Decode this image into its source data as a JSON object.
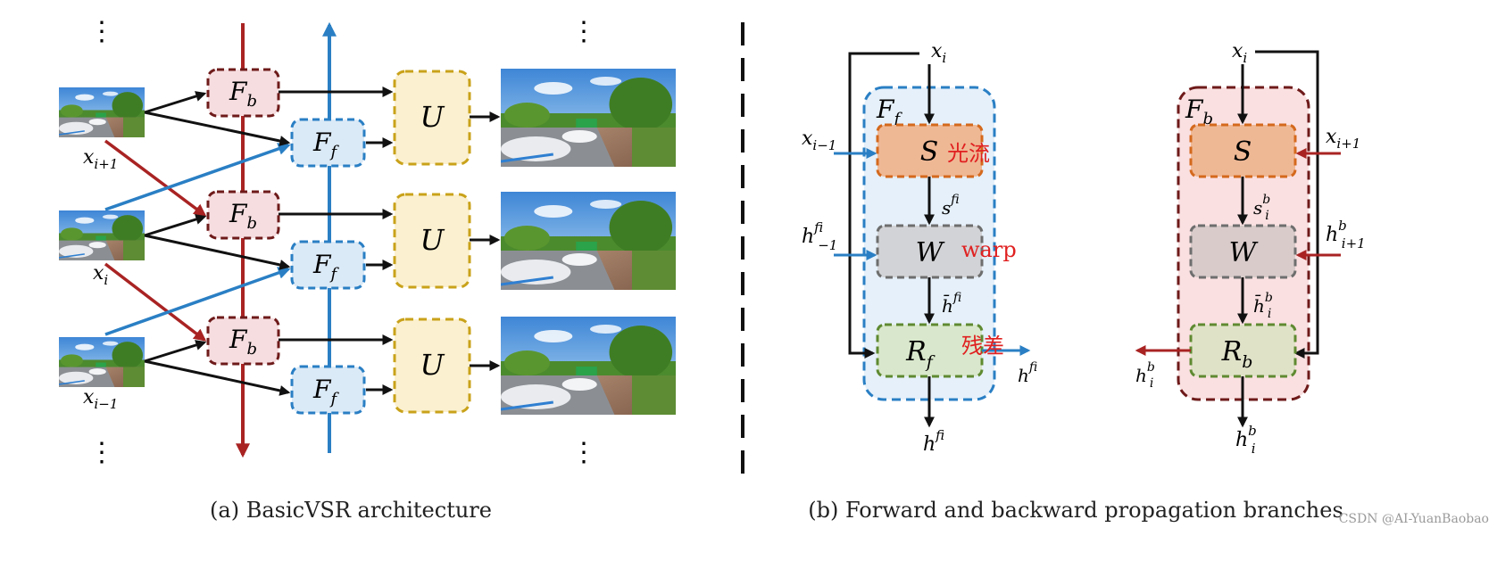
{
  "colors": {
    "red": "#a92323",
    "blue": "#2a7fc4",
    "black": "#111111",
    "fb_fill": "#f6dde0",
    "fb_stroke": "#6e1a1a",
    "ff_fill": "#dbeaf7",
    "ff_stroke": "#2a7fc4",
    "u_fill": "#fbf0cf",
    "u_stroke": "#c9a21a",
    "s_fill": "#efb895",
    "s_stroke": "#d4691d",
    "w_fill": "#d2d3d6",
    "w_stroke": "#6e6e6e",
    "r_fill": "#d9e8cc",
    "r_stroke": "#5f8a31",
    "annot": "#e02020"
  },
  "panel_a": {
    "caption": "(a)  BasicVSR architecture",
    "inputs": [
      "x",
      "x",
      "x"
    ],
    "input_subs": [
      "i+1",
      "i",
      "i−1"
    ],
    "fb_label": "F",
    "fb_sub": "b",
    "ff_label": "F",
    "ff_sub": "f",
    "u_label": "U",
    "ellipsis": "⋮"
  },
  "panel_b": {
    "caption": "(b) Forward  and  backward  propagation  branches",
    "forward": {
      "title": "F",
      "title_sub": "f",
      "top_input": "x",
      "top_input_sub": "i",
      "side_x": "x",
      "side_x_sub": "i−1",
      "side_h": "h",
      "side_h_sup": "f",
      "side_h_sub": "i−1",
      "s_label": "S",
      "w_label": "W",
      "r_label": "R",
      "r_sub": "f",
      "flow_label": "s",
      "flow_sup": "f",
      "flow_sub": "i",
      "warped_label": "h̄",
      "warped_sup": "f",
      "warped_sub": "i",
      "out_label": "h",
      "out_sup": "f",
      "out_sub": "i",
      "annot_flow": "光流",
      "annot_warp": "warp",
      "annot_res": "残差"
    },
    "backward": {
      "title": "F",
      "title_sub": "b",
      "top_input": "x",
      "top_input_sub": "i",
      "side_x": "x",
      "side_x_sub": "i+1",
      "side_h": "h",
      "side_h_sup": "b",
      "side_h_sub": "i+1",
      "s_label": "S",
      "w_label": "W",
      "r_label": "R",
      "r_sub": "b",
      "flow_label": "s",
      "flow_sup": "b",
      "flow_sub": "i",
      "warped_label": "h̄",
      "warped_sup": "b",
      "warped_sub": "i",
      "out_label": "h",
      "out_sup": "b",
      "out_sub": "i"
    }
  },
  "watermark": "CSDN @AI-YuanBaobao"
}
